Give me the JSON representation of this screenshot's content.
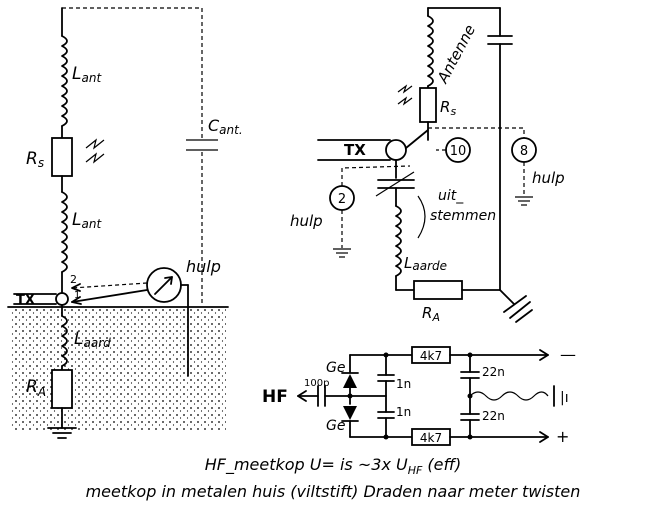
{
  "left_diagram": {
    "l_ant_upper": "L",
    "l_ant_upper_sub": "ant",
    "rs": "R",
    "rs_sub": "s",
    "l_ant_lower": "L",
    "l_ant_lower_sub": "ant",
    "c_ant": "C",
    "c_ant_sub": "ant.",
    "hulp": "hulp",
    "tx": "TX",
    "pos_2": "2",
    "pos_1": "1",
    "l_aard": "L",
    "l_aard_sub": "aard",
    "ra": "R",
    "ra_sub": "A"
  },
  "right_diagram": {
    "antenne": "Antenne",
    "rs": "R",
    "rs_sub": "s",
    "tx": "TX",
    "meter_10": "10",
    "meter_8": "8",
    "meter_2": "2",
    "hulp_left": "hulp",
    "hulp_right": "hulp",
    "uitstemmen_1": "uit_",
    "uitstemmen_2": "stemmen",
    "l_aarde": "L",
    "l_aarde_sub": "aarde",
    "ra": "R",
    "ra_sub": "A"
  },
  "meetkop": {
    "ge_top": "Ge",
    "ge_bottom": "Ge",
    "c_100p": "100p",
    "hf": "HF",
    "c_1n_top": "1n",
    "c_1n_bottom": "1n",
    "r_top": "4k7",
    "r_bottom": "4k7",
    "c_22n_top": "22n",
    "c_22n_bottom": "22n",
    "minus": "—",
    "plus": "+",
    "meter_sym": "|ı"
  },
  "captions": {
    "line1": "HF_meetkop   U= is ~3x U",
    "line1_sub": "HF",
    "line1_tail": " (eff)",
    "line2": "meetkop in metalen huis (viltstift) Draden naar meter twisten"
  }
}
